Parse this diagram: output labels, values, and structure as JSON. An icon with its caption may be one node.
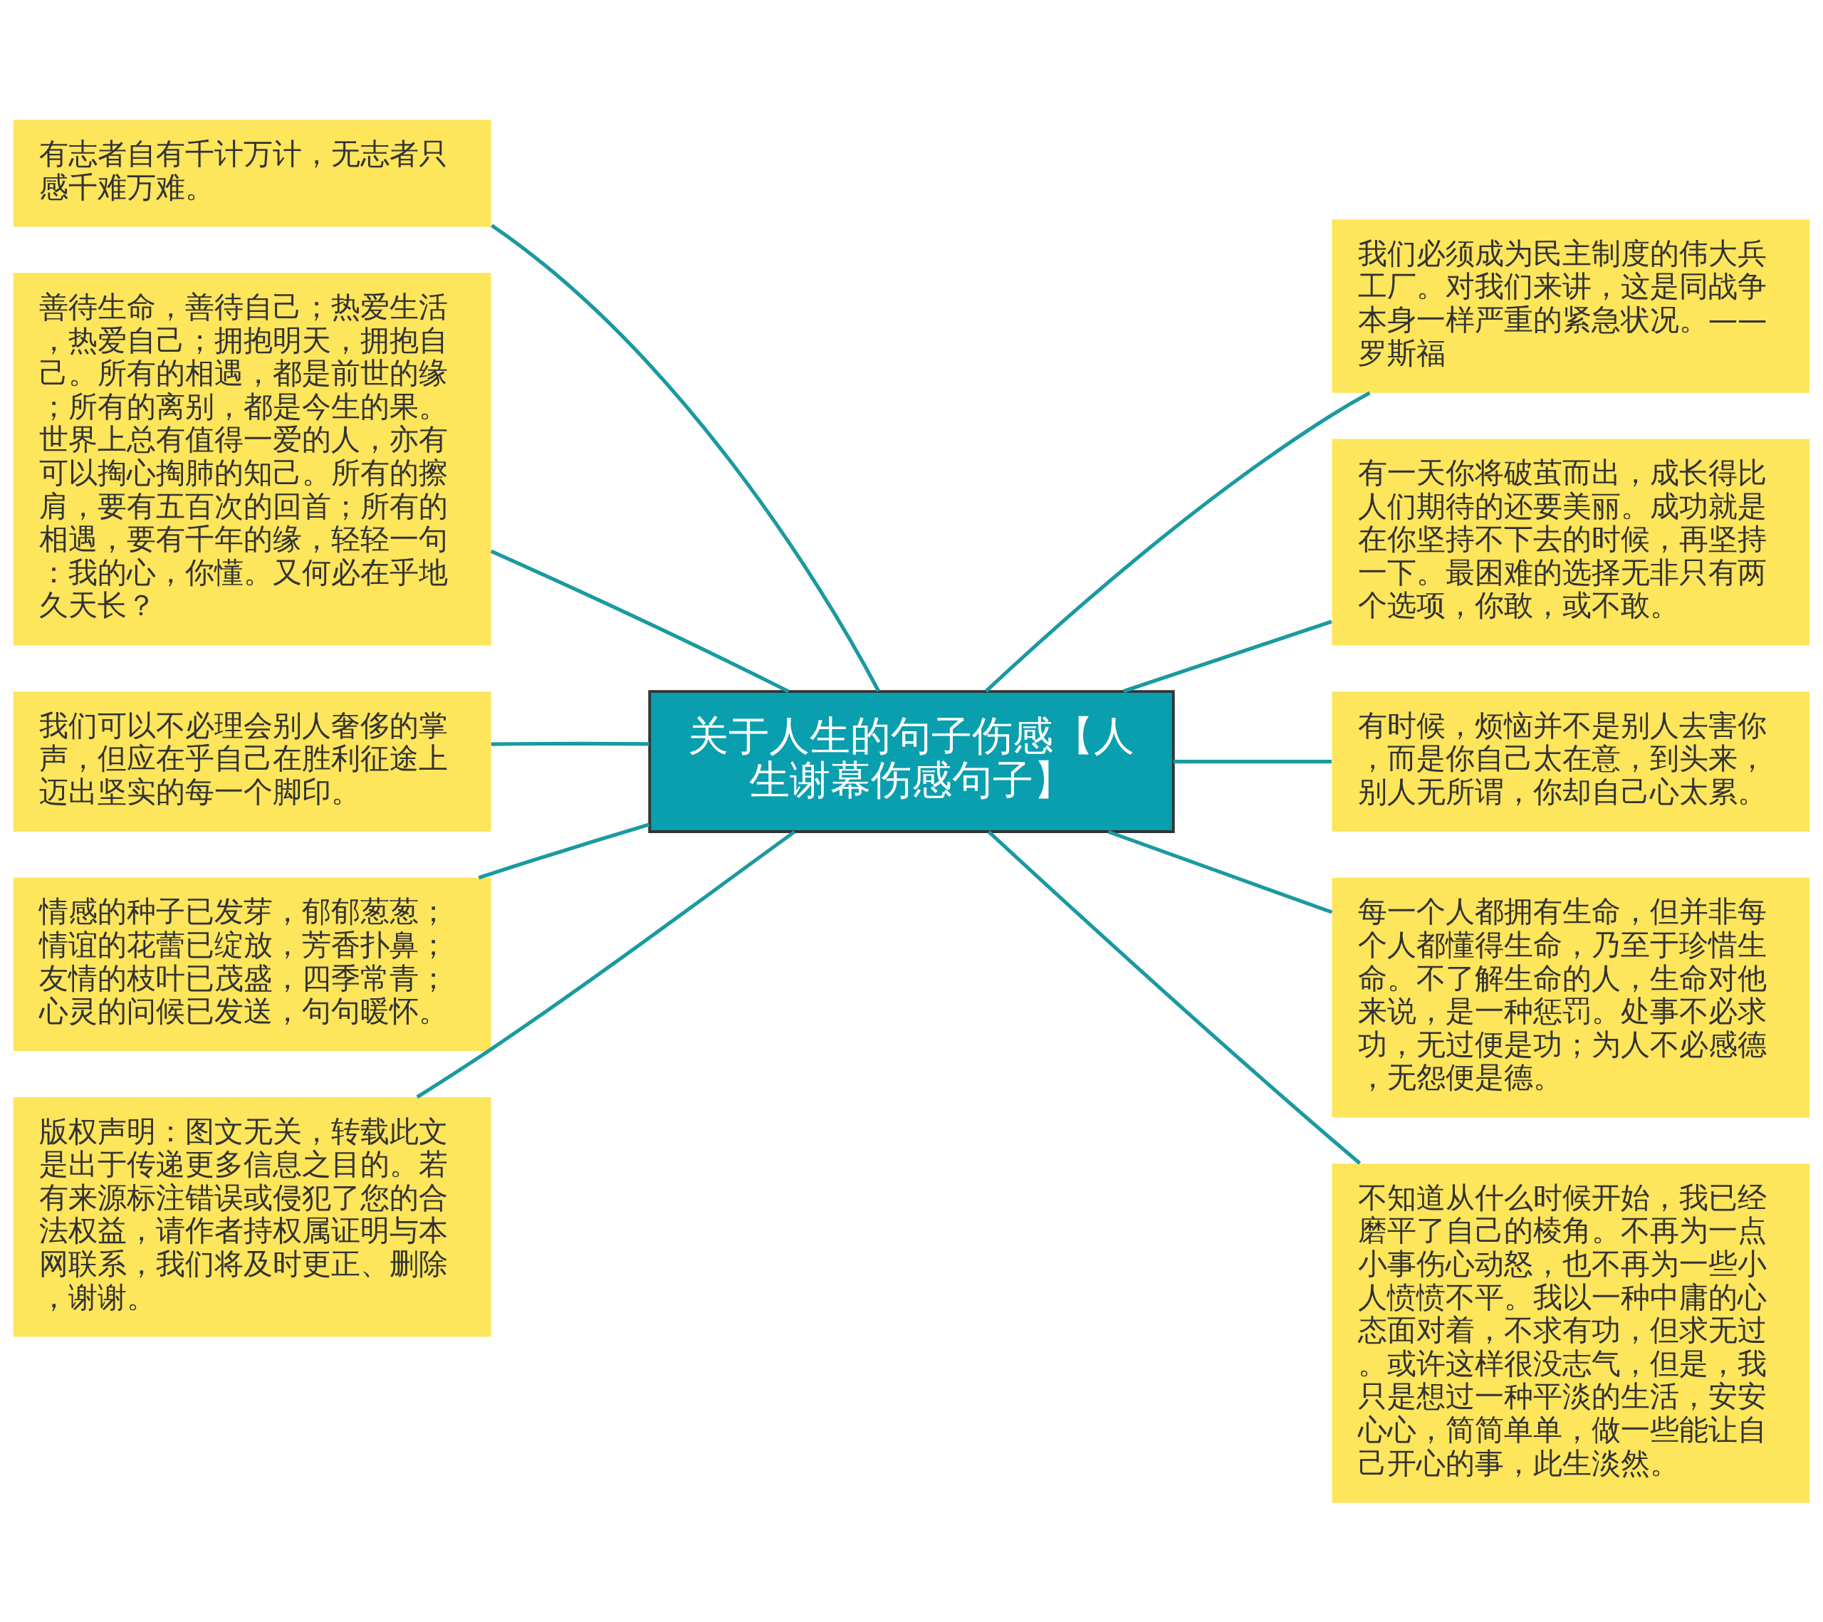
{
  "diagram": {
    "nodes": [
      {
        "text": [
          "关于人生的句子伤感【人生谢幕伤感句子】"
        ]
      },
      {
        "text": [
          "有志者自有千计万计，无志者只感千难万难。"
        ]
      },
      {
        "text": [
          "善待生命，善待自己；热爱生活，热爱自己；拥抱明天，拥抱自己。所有的相遇，都是前世的缘；所有的离别，都是今生的果。世界上总有值得一爱的人，亦有可以掏心掏肺的知己。所有的擦肩，要有五百次的回首；所有的相遇，要有千年的缘，轻轻一句：我的心，你懂。又何必在乎地久天长？"
        ]
      },
      {
        "text": [
          "我们可以不必理会别人奢侈的掌声，但应在乎自己在胜利征途上迈出坚实的每一个脚印。"
        ]
      },
      {
        "text": [
          "情感的种子已发芽，郁郁葱葱；情谊的花蕾已绽放，芳香扑鼻；友情的枝叶已茂盛，四季常青；心灵的问候已发送，句句暖怀。"
        ]
      },
      {
        "text": [
          "版权声明：图文无关，转载此文是出于传递更多信息之目的。若有来源标注错误或侵犯了您的合法权益，请作者持权属证明与本网联系，我们将及时更正、删除，谢谢。"
        ]
      },
      {
        "text": [
          "我们必须成为民主制度的伟大兵工厂。对我们来讲，这是同战争本身一样严重的紧急状况。—— 罗斯福"
        ]
      },
      {
        "text": [
          "有一天你将破茧而出，成长得比人们期待的还要美丽。成功就是在你坚持不下去的时候，再坚持一下。最困难的选择无非只有两个选项，你敢，或不敢。"
        ]
      },
      {
        "text": [
          "有时候，烦恼并不是别人去害你，而是你自己太在意，到头来，别人无所谓，你却自己心太累。"
        ]
      },
      {
        "text": [
          "每一个人都拥有生命，但并非每个人都懂得生命，乃至于珍惜生命。不了解生命的人，生命对他来说，是一种惩罚。处事不必求功，无过便是功；为人不必感德，无怨便是德。"
        ]
      },
      {
        "text": [
          "不知道从什么时候开始，我已经磨平了自己的棱角。不再为一点小事伤心动怒，也不再为一些小人愤愤不平。我以一种中庸的心态面对着，不求有功，但求无过。或许这样很没志气，但是，我只是想过一种平淡的生活，安安心心，简简单单，做一些能让自己开心的事，此生淡然。"
        ]
      }
    ],
    "edges": [
      {
        "from": 0,
        "to": 1,
        "arrow": "none"
      },
      {
        "from": 0,
        "to": 2,
        "arrow": "none"
      },
      {
        "from": 0,
        "to": 3,
        "arrow": "none"
      },
      {
        "from": 0,
        "to": 4,
        "arrow": "none"
      },
      {
        "from": 0,
        "to": 5,
        "arrow": "none"
      },
      {
        "from": 0,
        "to": 6,
        "arrow": "none"
      },
      {
        "from": 0,
        "to": 7,
        "arrow": "none"
      },
      {
        "from": 0,
        "to": 8,
        "arrow": "none"
      },
      {
        "from": 0,
        "to": 9,
        "arrow": "none"
      },
      {
        "from": 0,
        "to": 10,
        "arrow": "none"
      }
    ]
  }
}
